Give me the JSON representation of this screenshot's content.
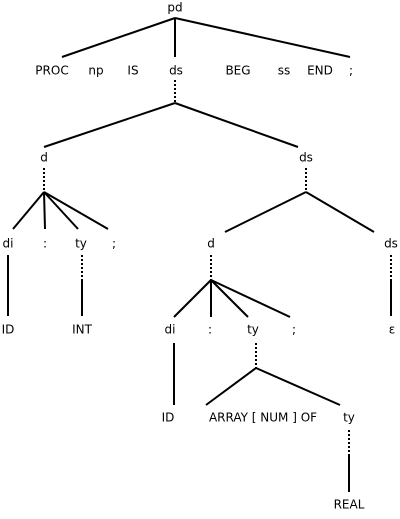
{
  "diagram": {
    "nodes": {
      "pd": "pd",
      "proc": "PROC",
      "np": "np",
      "is": "IS",
      "ds1": "ds",
      "beg": "BEG",
      "ss": "ss",
      "end": "END",
      "semi1": ";",
      "d1": "d",
      "ds2": "ds",
      "di1": "di",
      "colon1": ":",
      "ty1": "ty",
      "semi2": ";",
      "d2": "d",
      "ds3": "ds",
      "id1": "ID",
      "int": "INT",
      "di2": "di",
      "colon2": ":",
      "ty2": "ty",
      "semi3": ";",
      "eps": "ε",
      "id2": "ID",
      "array_of": "ARRAY [ NUM ] OF",
      "ty3": "ty",
      "real": "REAL"
    },
    "edge_color": "#000000"
  }
}
